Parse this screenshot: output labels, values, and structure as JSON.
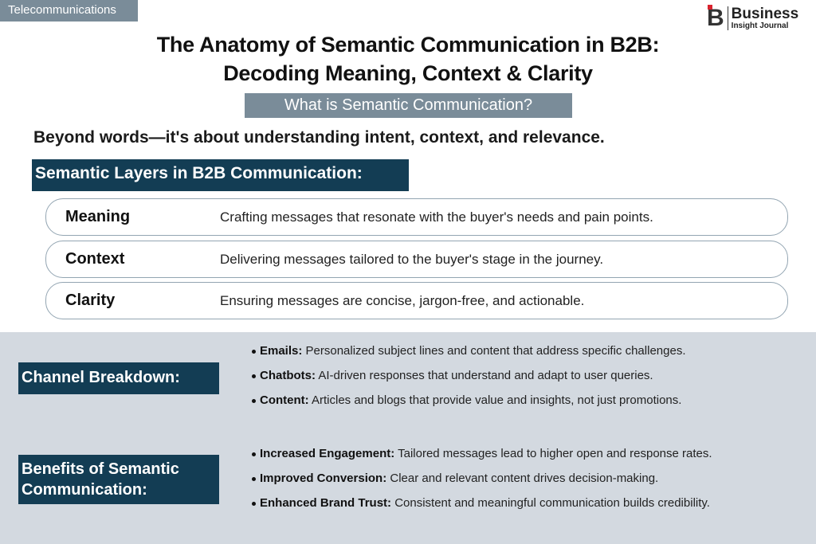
{
  "category_tag": "Telecommunications",
  "logo": {
    "mark": "B",
    "line1": "Business",
    "line2": "Insight Journal"
  },
  "title": {
    "line1": "The Anatomy of Semantic Communication in B2B:",
    "line2": "Decoding Meaning, Context & Clarity"
  },
  "subtitle": "What is Semantic Communication?",
  "tagline": "Beyond words—it's about understanding intent, context, and relevance.",
  "layers": {
    "heading": "Semantic Layers in B2B Communication:",
    "items": [
      {
        "label": "Meaning",
        "desc": "Crafting messages that resonate with the buyer's needs and pain points."
      },
      {
        "label": "Context",
        "desc": "Delivering messages tailored to the buyer's stage in the journey."
      },
      {
        "label": "Clarity",
        "desc": "Ensuring messages are concise, jargon-free, and actionable."
      }
    ]
  },
  "channels": {
    "heading": "Channel Breakdown:",
    "items": [
      {
        "term": "Emails:",
        "text": " Personalized subject lines and content that address specific challenges."
      },
      {
        "term": "Chatbots:",
        "text": " AI-driven responses that understand and adapt to user queries."
      },
      {
        "term": "Content:",
        "text": " Articles and blogs that provide value and insights, not just promotions."
      }
    ]
  },
  "benefits": {
    "heading_line1": "Benefits of Semantic",
    "heading_line2": "Communication:",
    "items": [
      {
        "term": "Increased Engagement:",
        "text": " Tailored messages lead to higher open and response rates."
      },
      {
        "term": "Improved Conversion:",
        "text": " Clear and relevant content drives decision-making."
      },
      {
        "term": "Enhanced Brand Trust:",
        "text": " Consistent and meaningful communication builds credibility."
      }
    ]
  }
}
